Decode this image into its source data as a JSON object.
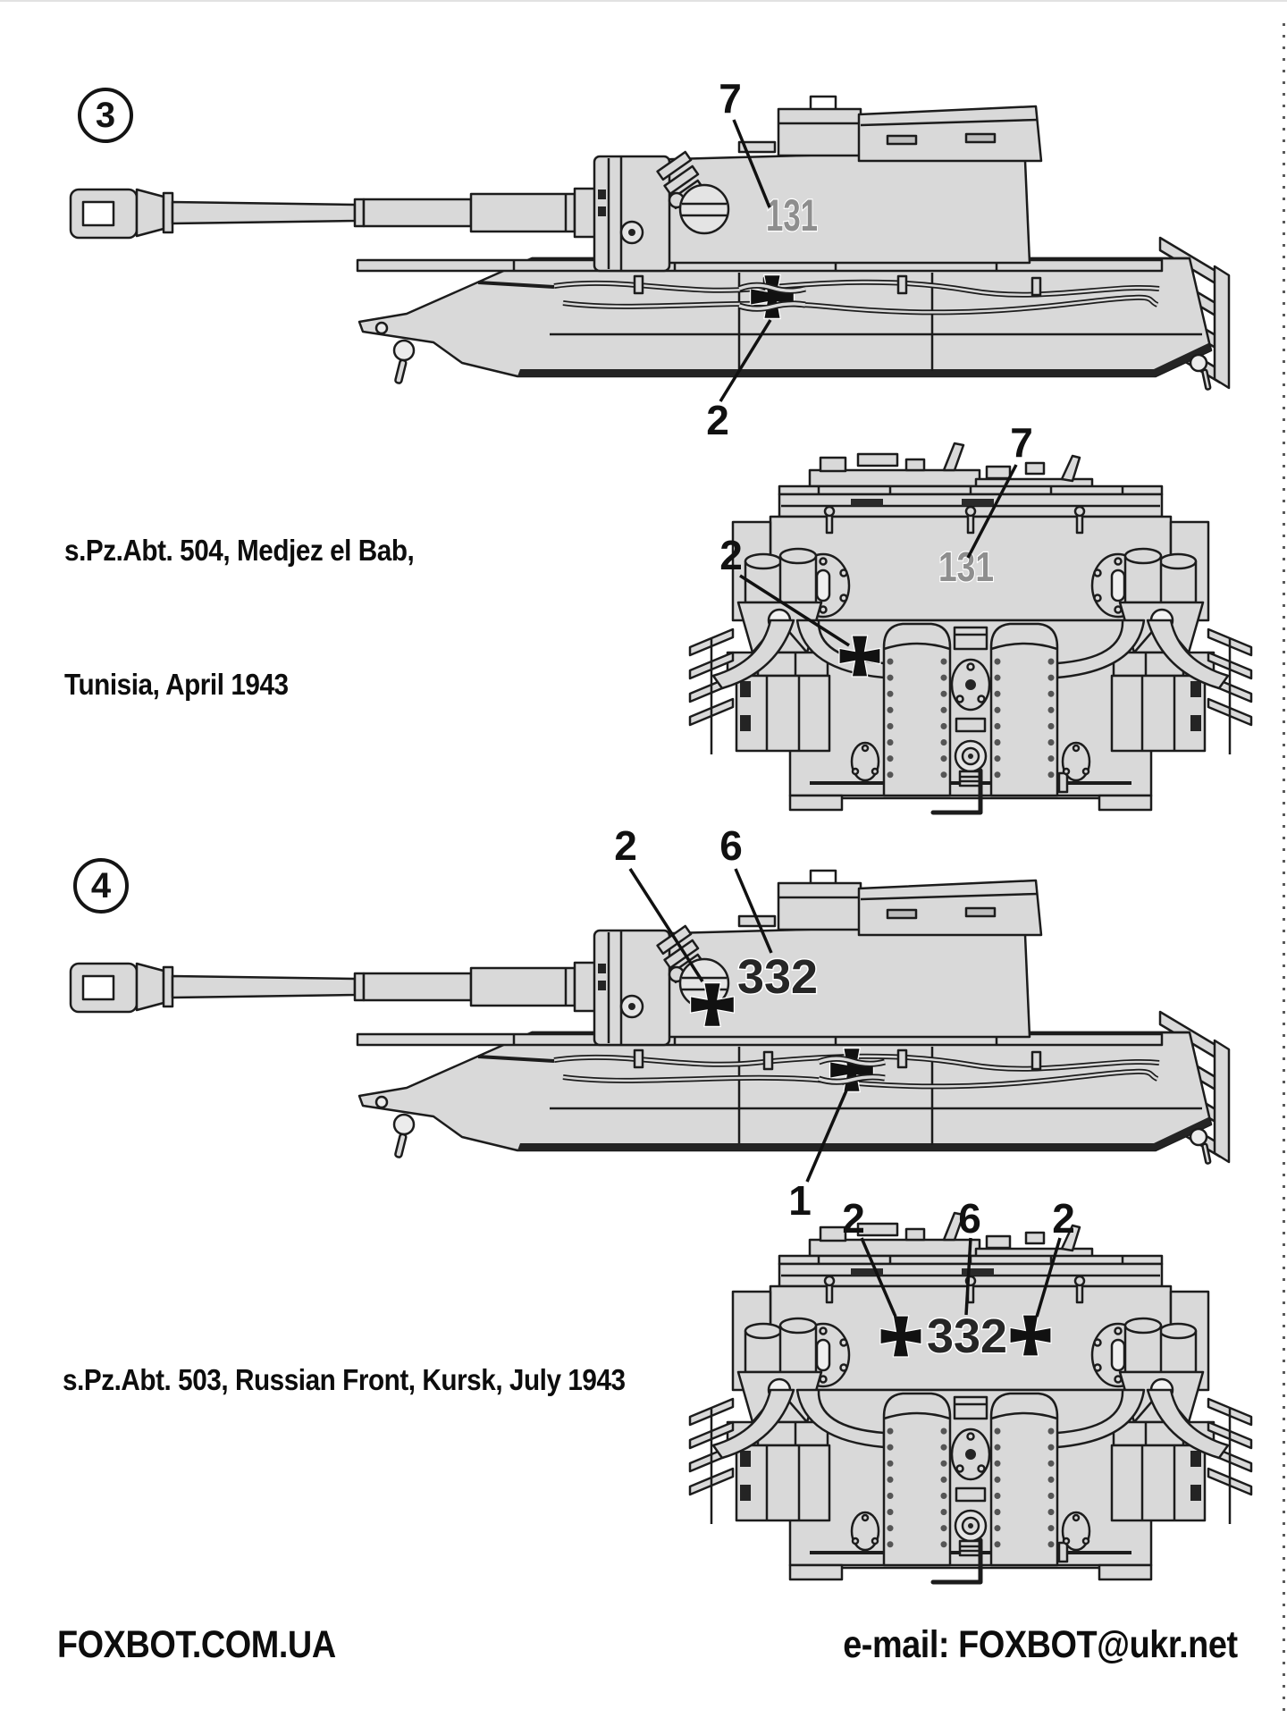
{
  "document": {
    "footer_left": "FOXBOT.COM.UA",
    "footer_right": "e-mail: FOXBOT@ukr.net"
  },
  "colors": {
    "paper": "#ffffff",
    "line_art": "#1c1c1c",
    "armor_fill": "#d9d9d9",
    "turret_number_gray": "#8e8e8e",
    "turret_number_dark": "#262626",
    "cross_black": "#111111",
    "text": "#0d0d0d"
  },
  "sections": [
    {
      "marker": "3",
      "caption_line1": "s.Pz.Abt. 504, Medjez el Bab,",
      "caption_line2": "Tunisia, April 1943",
      "turret_number": "131",
      "side_view": {
        "callout_turret_number": "7",
        "callout_hull_cross": "2"
      },
      "rear_view": {
        "callout_turret_number": "7",
        "callout_cross": "2"
      }
    },
    {
      "marker": "4",
      "caption_line1": "s.Pz.Abt. 503, Russian Front, Kursk, July 1943",
      "caption_line2": "",
      "turret_number": "332",
      "side_view": {
        "callout_turret_cross": "2",
        "callout_turret_number": "6",
        "callout_hull_cross": "1"
      },
      "rear_view": {
        "callout_left_cross": "2",
        "callout_turret_number": "6",
        "callout_right_cross": "2"
      }
    }
  ]
}
